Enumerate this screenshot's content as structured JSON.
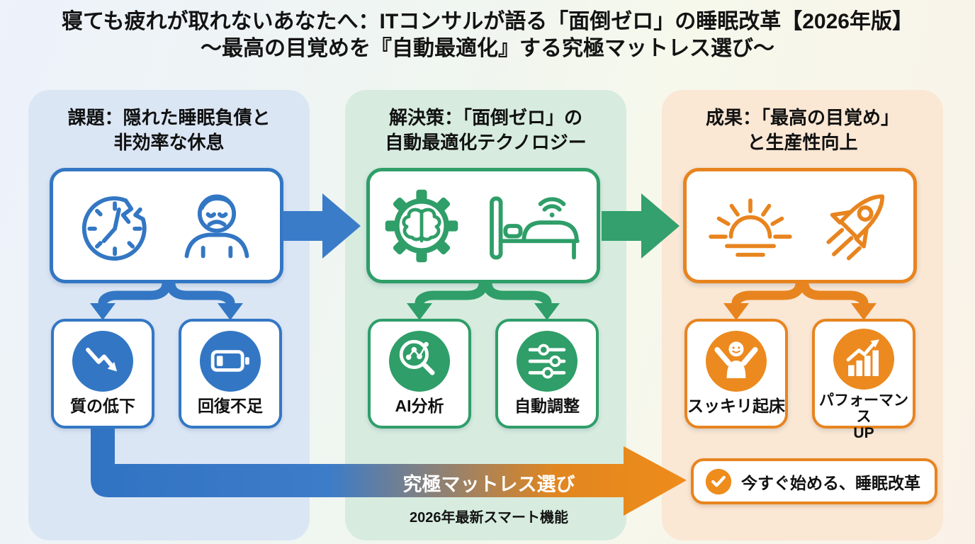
{
  "title": {
    "line1": "寝ても疲れが取れないあなたへ：ITコンサルが語る「面倒ゼロ」の睡眠改革【2026年版】",
    "line2": "～最高の目覚めを『自動最適化』する究極マットレス選び～"
  },
  "columns": [
    {
      "id": "problem",
      "header": "課題：隠れた睡眠負債と\n非効率な休息",
      "accent": "#3377c4",
      "panel_bg": "#dbe6f5",
      "main_icons": [
        "broken-clock-icon",
        "tired-person-icon"
      ],
      "sub_items": [
        {
          "label": "質の低下",
          "icon": "declining-trend-icon"
        },
        {
          "label": "回復不足",
          "icon": "low-battery-icon"
        }
      ]
    },
    {
      "id": "solution",
      "header": "解決策：「面倒ゼロ」の\n自動最適化テクノロジー",
      "accent": "#2f9e68",
      "panel_bg": "#d7ecdf",
      "main_icons": [
        "brain-gear-icon",
        "smart-bed-icon"
      ],
      "sub_items": [
        {
          "label": "AI分析",
          "icon": "ai-analysis-icon"
        },
        {
          "label": "自動調整",
          "icon": "sliders-icon"
        }
      ]
    },
    {
      "id": "result",
      "header": "成果：「最高の目覚め」\nと生産性向上",
      "accent": "#e8841f",
      "panel_bg": "#fae7d4",
      "main_icons": [
        "sunrise-icon",
        "rocket-icon"
      ],
      "sub_items": [
        {
          "label": "スッキリ起床",
          "icon": "happy-person-icon"
        },
        {
          "label": "パフォーマンス\nUP",
          "icon": "growth-chart-icon"
        }
      ]
    }
  ],
  "bottom_flow": {
    "arrow_label": "究極マットレス選び",
    "subtext": "2026年最新スマート機能",
    "gradient_from": "#3173c3",
    "gradient_to": "#ee8c1a"
  },
  "cta": {
    "label": "今すぐ始める、睡眠改革",
    "icon": "check-circle-icon"
  }
}
